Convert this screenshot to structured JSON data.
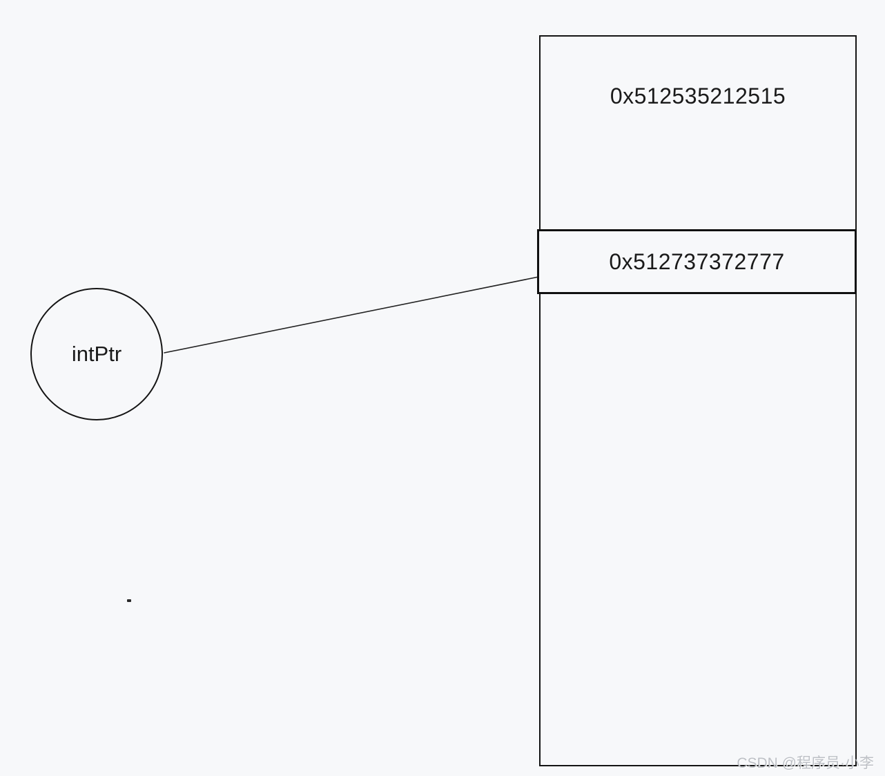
{
  "diagram": {
    "kind": "pointer-to-memory",
    "memory_block": {
      "cells": [
        {
          "value": "0x512535212515",
          "highlighted": false
        },
        {
          "value": "0x512737372777",
          "highlighted": true
        }
      ]
    },
    "pointer_node": {
      "label": "intPtr"
    }
  },
  "watermark": "CSDN @程序员·小李",
  "colors": {
    "background": "#f7f8fa",
    "stroke": "#141414",
    "text": "#1a1a1a",
    "watermark": "#a8acb3"
  }
}
